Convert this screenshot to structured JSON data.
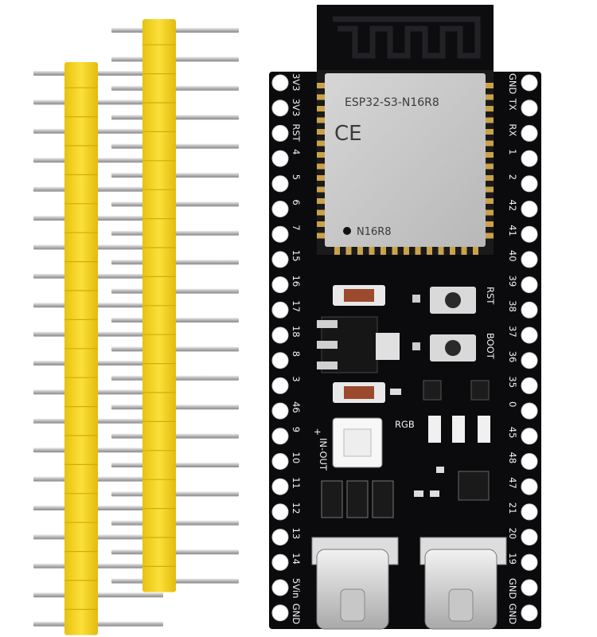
{
  "module": {
    "model": "ESP32-S3-N16R8",
    "mark": "N16R8",
    "ce": "CE"
  },
  "board": {
    "left_pins": [
      "3V3",
      "3V3",
      "RST",
      "4",
      "5",
      "6",
      "7",
      "15",
      "16",
      "17",
      "18",
      "8",
      "3",
      "46",
      "9",
      "10",
      "11",
      "12",
      "13",
      "14",
      "5Vin",
      "GND"
    ],
    "right_pins": [
      "GND",
      "TX",
      "RX",
      "1",
      "2",
      "42",
      "41",
      "40",
      "39",
      "38",
      "37",
      "36",
      "35",
      "0",
      "45",
      "48",
      "47",
      "21",
      "20",
      "19",
      "GND",
      "GND"
    ],
    "button_rst": "RST",
    "button_boot": "BOOT",
    "rgb_label": "RGB",
    "in_out_label": "IN-OUT",
    "plus_mark": "+"
  },
  "colors": {
    "pcb": "#0b0b0d",
    "header_plastic": "#f5d21c",
    "pin_metal": "#c9c9c9",
    "module_shield": "#c8c8c8",
    "antenna": "#111111",
    "pad": "#ffffff"
  }
}
